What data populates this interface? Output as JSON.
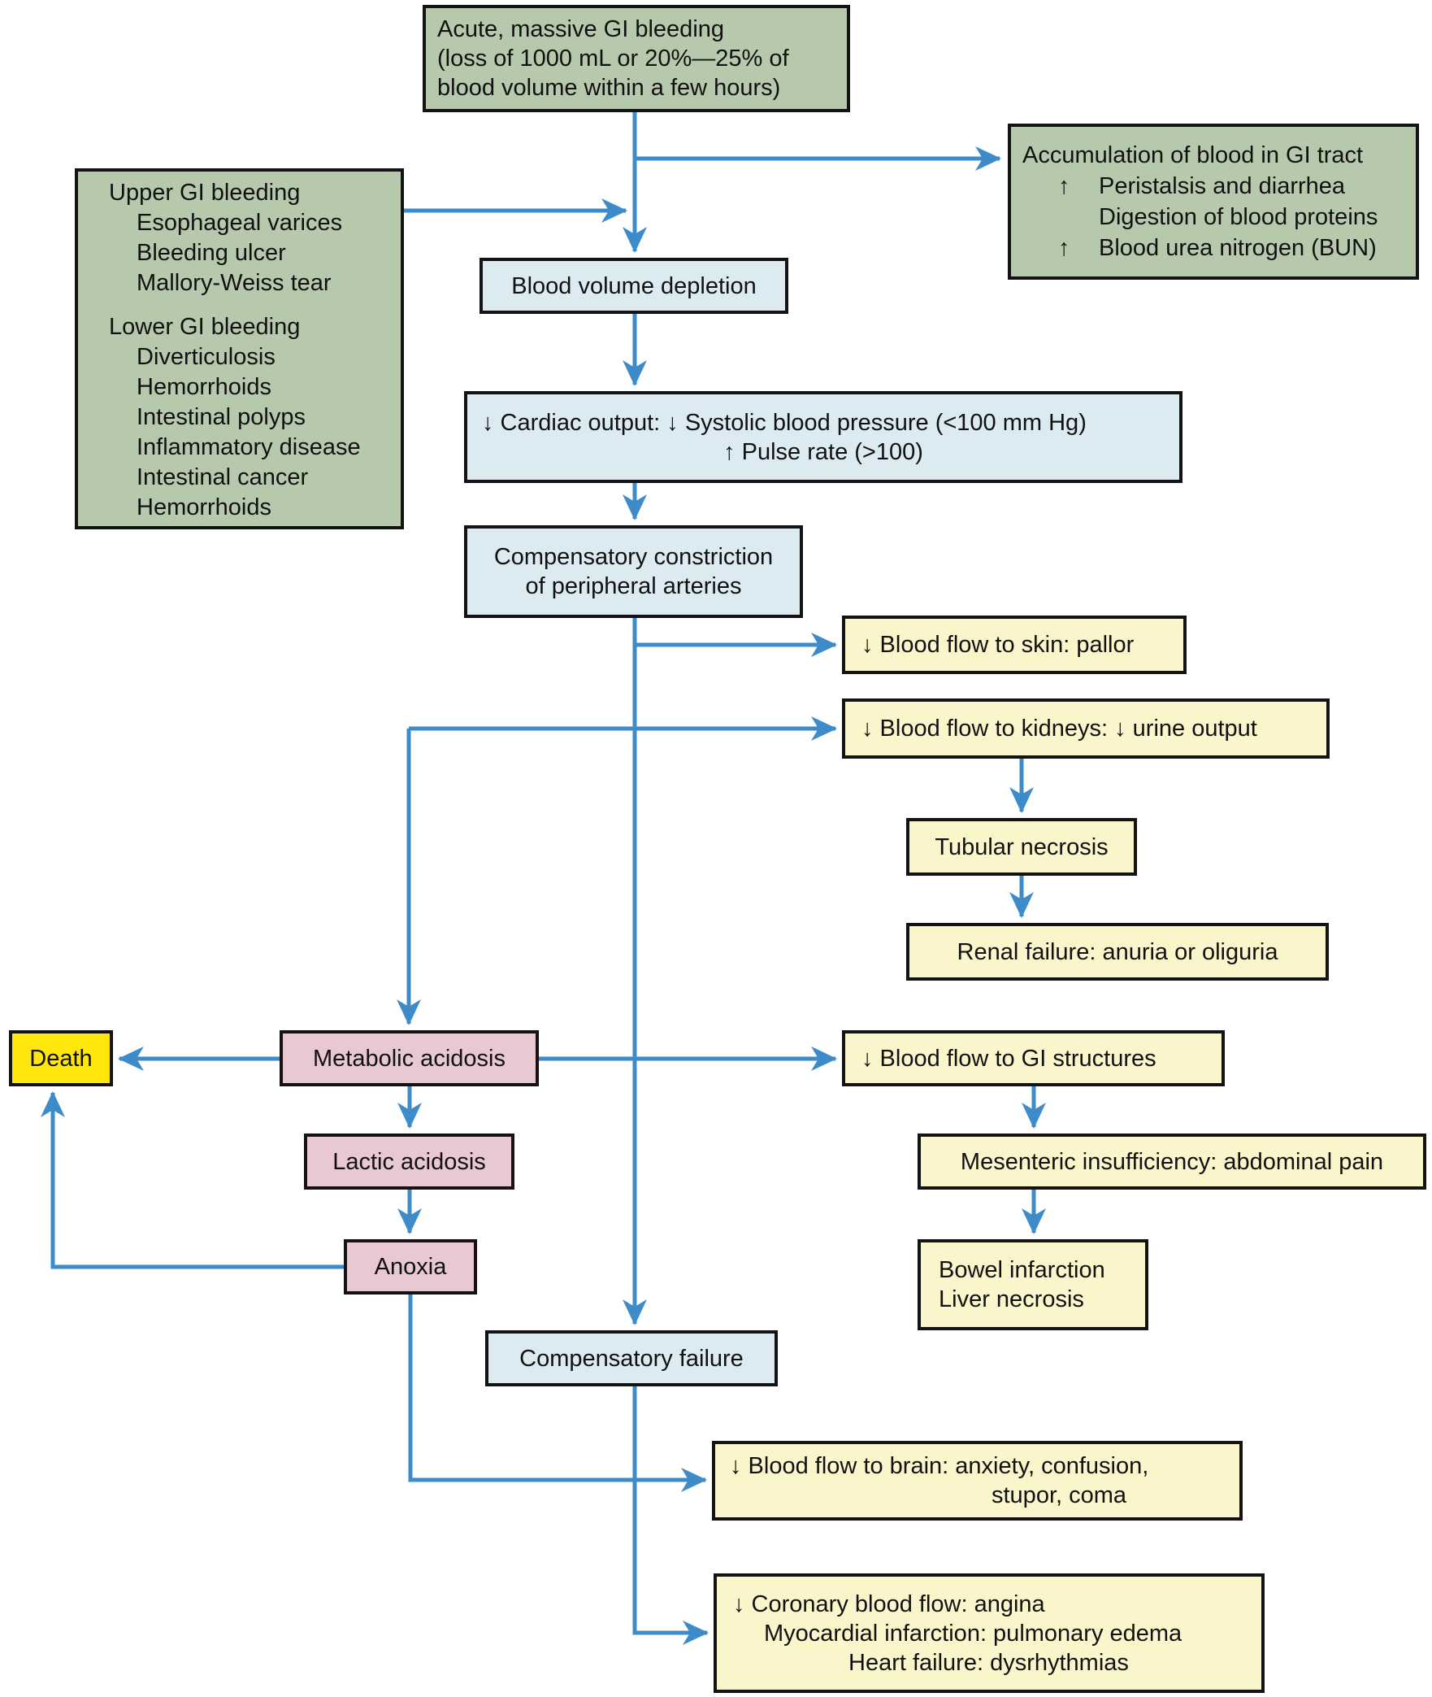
{
  "diagram": {
    "glyphs": {
      "up_arrow": "↑"
    },
    "colors": {
      "source_box": "#b7c9ac",
      "process_box": "#dcebf2",
      "effect_box": "#fbf5cc",
      "acidosis_box": "#e8c8d3",
      "death_box": "#ffe70d",
      "arrow": "#3e8bca",
      "border": "#131313"
    },
    "nodes": {
      "acute_bleeding": {
        "line1": "Acute, massive GI bleeding",
        "line2": "(loss of 1000 mL or 20%—25% of",
        "line3": "blood volume within a few hours)"
      },
      "gi_sources": {
        "upper_heading": "Upper GI bleeding",
        "upper_items": [
          "Esophageal varices",
          "Bleeding ulcer",
          "Mallory-Weiss tear"
        ],
        "lower_heading": "Lower GI bleeding",
        "lower_items": [
          "Diverticulosis",
          "Hemorrhoids",
          "Intestinal polyps",
          "Inflammatory disease",
          "Intestinal cancer",
          "Hemorrhoids"
        ]
      },
      "blood_accumulation": {
        "line1": "Accumulation of blood in GI tract",
        "line2": "Peristalsis and diarrhea",
        "line3": "Digestion of blood proteins",
        "line4": "Blood urea nitrogen (BUN)"
      },
      "blood_volume_depletion": {
        "label": "Blood volume depletion"
      },
      "cardiac_output": {
        "line1": "↓ Cardiac output: ↓ Systolic blood pressure (<100 mm Hg)",
        "line2": "↑ Pulse rate (>100)"
      },
      "compensatory_constriction": {
        "line1": "Compensatory constriction",
        "line2": "of peripheral arteries"
      },
      "skin": {
        "label": "↓ Blood flow to skin: pallor"
      },
      "kidneys": {
        "label": "↓ Blood flow to kidneys: ↓ urine output"
      },
      "tubular_necrosis": {
        "label": "Tubular necrosis"
      },
      "renal_failure": {
        "label": "Renal failure: anuria or oliguria"
      },
      "death": {
        "label": "Death"
      },
      "metabolic_acidosis": {
        "label": "Metabolic acidosis"
      },
      "gi_structures": {
        "label": "↓ Blood flow to GI structures"
      },
      "lactic_acidosis": {
        "label": "Lactic acidosis"
      },
      "mesenteric": {
        "label": "Mesenteric insufficiency: abdominal pain"
      },
      "anoxia": {
        "label": "Anoxia"
      },
      "bowel": {
        "line1": "Bowel infarction",
        "line2": "Liver necrosis"
      },
      "compensatory_failure": {
        "label": "Compensatory failure"
      },
      "brain": {
        "line1": "↓ Blood flow to brain: anxiety, confusion,",
        "line2": "stupor, coma"
      },
      "coronary": {
        "line1": "↓ Coronary blood flow: angina",
        "line2": "Myocardial infarction: pulmonary edema",
        "line3": "Heart failure: dysrhythmias"
      }
    }
  }
}
